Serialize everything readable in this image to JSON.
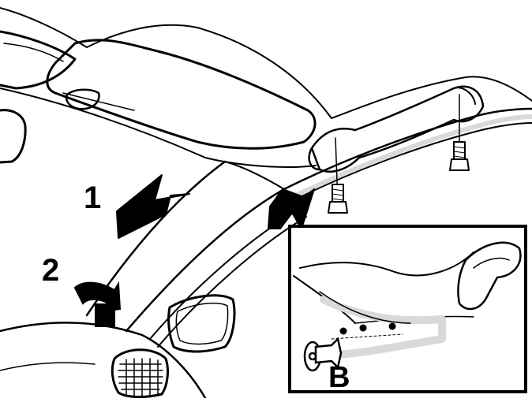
{
  "labels": {
    "step1": "1",
    "step2": "2",
    "inset": "B"
  },
  "colors": {
    "ink": "#000000",
    "paper": "#ffffff",
    "shade": "#d9d9d9"
  },
  "icons": [
    "arrow-left-icon",
    "arrow-curved-up-icon",
    "arrow-up-right-icon",
    "bolt-icon",
    "plastic-clip-icon"
  ]
}
